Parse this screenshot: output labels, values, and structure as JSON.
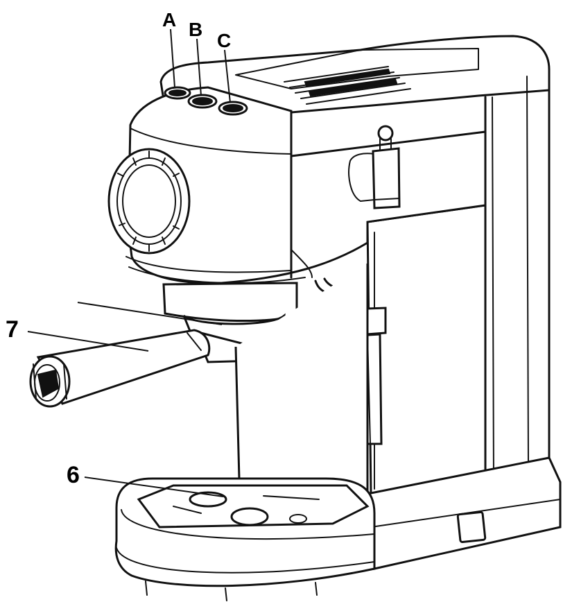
{
  "labels": {
    "a": "A",
    "b": "B",
    "c": "C",
    "portafilter": "7",
    "drip_tray": "6"
  },
  "colors": {
    "ink": "#111111",
    "paper": "#ffffff"
  }
}
